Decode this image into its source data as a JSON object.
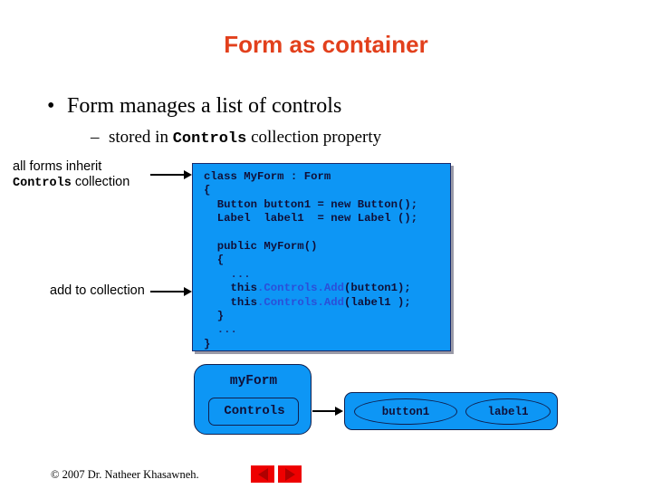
{
  "slide": {
    "title": "Form as container",
    "title_color": "#e2401c",
    "background": "#ffffff",
    "accent_blue": "#0d96f5"
  },
  "bullets": {
    "level1_marker": "•",
    "level1_text": "Form manages a list of controls",
    "level2_marker": "–",
    "level2_prefix": "stored in ",
    "level2_mono": "Controls",
    "level2_suffix": " collection property"
  },
  "callouts": {
    "inherit_line1": "all forms inherit",
    "inherit_mono": "Controls",
    "inherit_line2_suffix": " collection",
    "add_to_collection": "add to collection"
  },
  "code": {
    "language": "csharp",
    "background": "#0d96f5",
    "text_color": "#101038",
    "highlight_color": "#2b4fd8",
    "lines": [
      "class MyForm : Form",
      "{",
      "  Button button1 = new Button();",
      "  Label  label1  = new Label ();",
      "",
      "  public MyForm()",
      "  {",
      "    ...",
      "    this.Controls.Add(button1);",
      "    this.Controls.Add(label1 );",
      "  }",
      "  ...",
      "}"
    ],
    "highlighted_token": ".Controls.Add"
  },
  "diagram": {
    "form_box_label": "myForm",
    "controls_box_label": "Controls",
    "children": [
      {
        "label": "button1"
      },
      {
        "label": "label1"
      }
    ]
  },
  "footer": {
    "copyright": "© 2007 Dr. Natheer Khasawneh.",
    "prev_button_label": "previous-slide",
    "next_button_label": "next-slide"
  }
}
